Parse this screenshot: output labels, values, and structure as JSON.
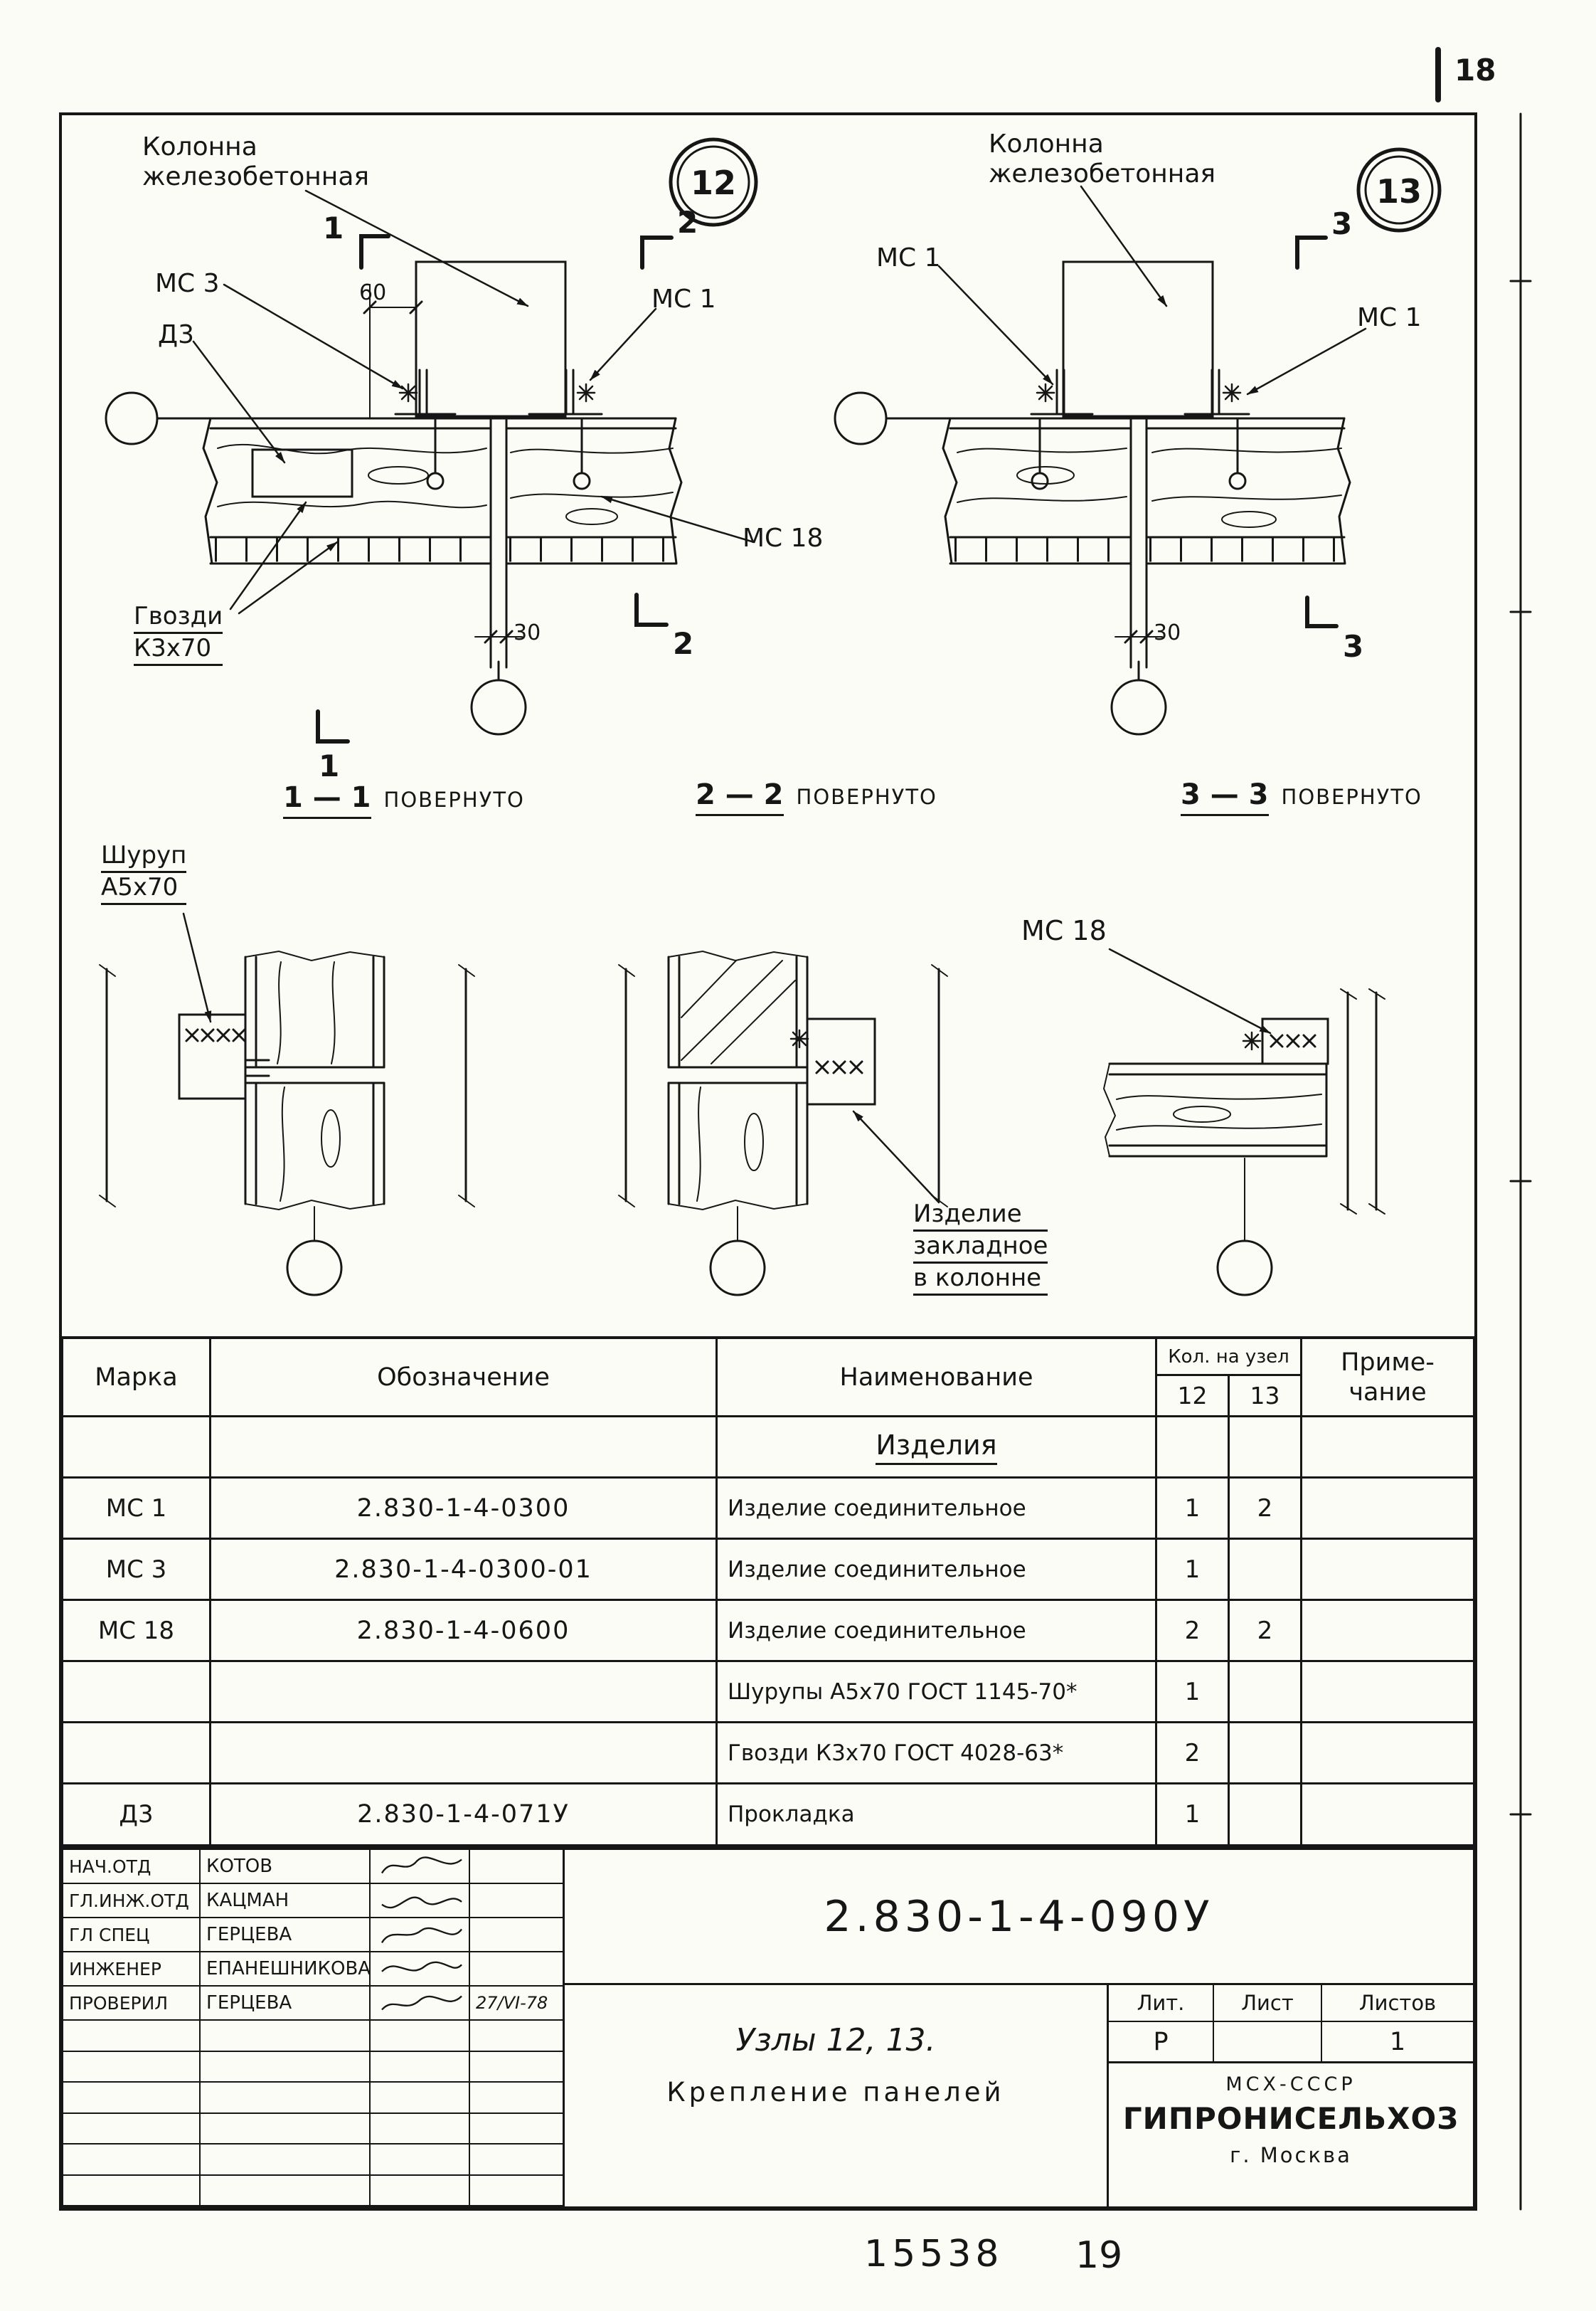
{
  "page": {
    "sheet_top": "18",
    "footer_number": "15538",
    "footer_page": "19"
  },
  "node12": {
    "bubble": "12",
    "col_l1": "Колонна",
    "col_l2": "железобетонная",
    "mc3": "МС 3",
    "d3": "Д3",
    "mc1": "МС 1",
    "mc18": "МС 18",
    "nails_l1": "Гвозди",
    "nails_l2": "К3х70",
    "dim60": "60",
    "dim30": "30",
    "cut1": "1",
    "cut2": "2"
  },
  "node13": {
    "bubble": "13",
    "col_l1": "Колонна",
    "col_l2": "железобетонная",
    "mc1_left": "МС 1",
    "mc1_right": "МС 1",
    "dim30": "30",
    "cut3": "3"
  },
  "sections": {
    "s1_num": "1 — 1",
    "s1_word": "ПОВЕРНУТО",
    "s2_num": "2 — 2",
    "s2_word": "ПОВЕРНУТО",
    "s3_num": "3 — 3",
    "s3_word": "ПОВЕРНУТО",
    "screw_l1": "Шуруп",
    "screw_l2": "А5х70",
    "mc18": "МС 18",
    "embed_l1": "Изделие",
    "embed_l2": "закладное",
    "embed_l3": "в колонне"
  },
  "table": {
    "h_marka": "Марка",
    "h_oboz": "Обозначение",
    "h_naim": "Наименование",
    "h_kol": "Кол. на узел",
    "h_k12": "12",
    "h_k13": "13",
    "h_prim_l1": "Приме-",
    "h_prim_l2": "чание",
    "group": "Изделия",
    "rows": [
      {
        "marka": "МС 1",
        "oboz": "2.830-1-4-0300",
        "naim": "Изделие соединительное",
        "k12": "1",
        "k13": "2",
        "prim": ""
      },
      {
        "marka": "МС 3",
        "oboz": "2.830-1-4-0300-01",
        "naim": "Изделие соединительное",
        "k12": "1",
        "k13": "",
        "prim": ""
      },
      {
        "marka": "МС 18",
        "oboz": "2.830-1-4-0600",
        "naim": "Изделие соединительное",
        "k12": "2",
        "k13": "2",
        "prim": ""
      },
      {
        "marka": "",
        "oboz": "",
        "naim": "Шурупы А5х70 ГОСТ 1145-70*",
        "k12": "1",
        "k13": "",
        "prim": ""
      },
      {
        "marka": "",
        "oboz": "",
        "naim": "Гвозди К3х70 ГОСТ 4028-63*",
        "k12": "2",
        "k13": "",
        "prim": ""
      },
      {
        "marka": "Д3",
        "oboz": "2.830-1-4-071У",
        "naim": "Прокладка",
        "k12": "1",
        "k13": "",
        "prim": ""
      }
    ]
  },
  "stamp": {
    "rows": [
      {
        "role": "НАЧ.ОТД",
        "name": "КОТОВ",
        "date": ""
      },
      {
        "role": "ГЛ.ИНЖ.ОТД",
        "name": "КАЦМАН",
        "date": ""
      },
      {
        "role": "ГЛ СПЕЦ",
        "name": "ГЕРЦЕВА",
        "date": ""
      },
      {
        "role": "ИНЖЕНЕР",
        "name": "ЕПАНЕШНИКОВА",
        "date": ""
      },
      {
        "role": "ПРОВЕРИЛ",
        "name": "ГЕРЦЕВА",
        "date": "27/VI-78"
      }
    ],
    "doc_number": "2.830-1-4-090У",
    "title_l1": "Узлы 12, 13.",
    "title_l2": "Крепление панелей",
    "h_lit": "Лит.",
    "h_list": "Лист",
    "h_listov": "Листов",
    "v_lit": "Р",
    "v_list": "",
    "v_listov": "1",
    "org_l1": "МСХ-СССР",
    "org_l2": "ГИПРОНИСЕЛЬХОЗ",
    "org_l3": "г. Москва"
  }
}
